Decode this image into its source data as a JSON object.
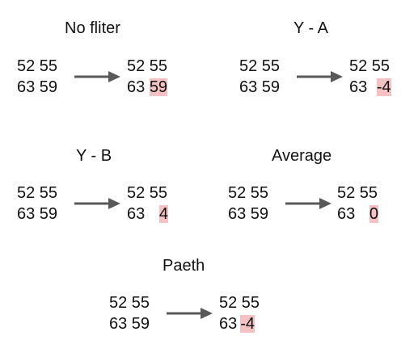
{
  "panels": [
    {
      "title": "No fliter",
      "input": {
        "row1": "52 55",
        "row2": "63 59"
      },
      "output": {
        "row1": "52 55",
        "row2_left": "63",
        "row2_value": "59"
      }
    },
    {
      "title": "Y - A",
      "input": {
        "row1": "52 55",
        "row2": "63 59"
      },
      "output": {
        "row1": "52 55",
        "row2_left": "63",
        "row2_value": "-4"
      }
    },
    {
      "title": "Y - B",
      "input": {
        "row1": "52 55",
        "row2": "63 59"
      },
      "output": {
        "row1": "52 55",
        "row2_left": "63",
        "row2_value": "4"
      }
    },
    {
      "title": "Average",
      "input": {
        "row1": "52 55",
        "row2": "63 59"
      },
      "output": {
        "row1": "52 55",
        "row2_left": "63",
        "row2_value": "0"
      }
    },
    {
      "title": "Paeth",
      "input": {
        "row1": "52 55",
        "row2": "63 59"
      },
      "output": {
        "row1": "52 55",
        "row2_left": "63",
        "row2_value": "-4"
      }
    }
  ],
  "colors": {
    "highlight": "#f4c2c2",
    "arrow": "#595959",
    "text": "#111111"
  }
}
